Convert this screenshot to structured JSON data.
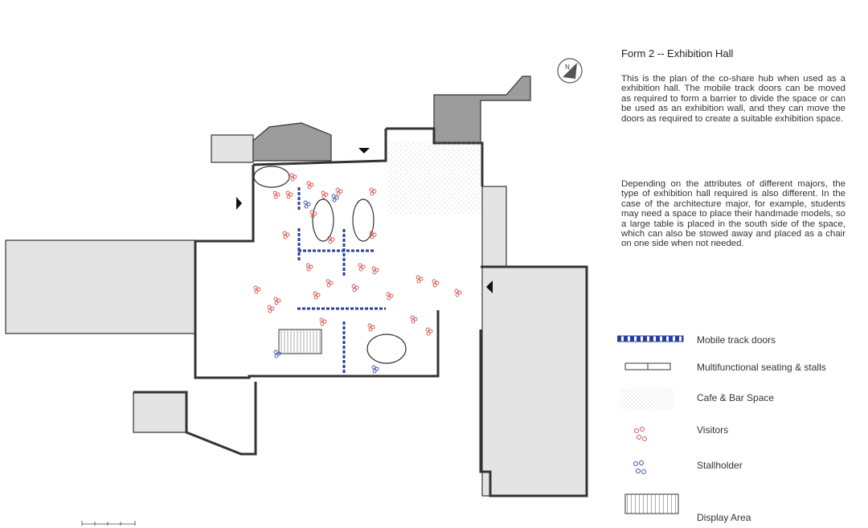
{
  "title": "Form 2 --  Exhibition Hall",
  "description": [
    "This is the plan of the co-share hub when used as a exhibition hall. The mobile track doors can be moved as required to form a barrier to divide the space or can be used as an exhibition wall, and they can move the doors as required to create a suitable exhibition space.",
    "Depending on the attributes of different majors, the type of exhibition hall required is also different. In the case of the architecture major, for example, students may need a space to place their handmade models, so a large table is placed in the south side of the space, which can also be stowed away and placed as a chair on one side when not needed."
  ],
  "legend": [
    {
      "label": "Mobile track doors",
      "icon": "dashed-blue-bar-icon"
    },
    {
      "label": "Multifunctional seating & stalls",
      "icon": "bench-rectangle-icon"
    },
    {
      "label": "Cafe & Bar Space",
      "icon": "stippled-area-icon"
    },
    {
      "label": "Visitors",
      "icon": "red-figures-icon"
    },
    {
      "label": "Stallholder",
      "icon": "blue-figures-icon"
    },
    {
      "label": "Display Area",
      "icon": "hatched-rectangle-icon"
    }
  ],
  "colors": {
    "wall": "#333333",
    "grey_zone": "#e3e3e3",
    "dark_zone": "#9a9a9a",
    "track_door": "#2a3f9c",
    "visitor": "#d9534f",
    "stallholder": "#3a4fb0"
  },
  "visitors": 28,
  "stallholders": 4
}
